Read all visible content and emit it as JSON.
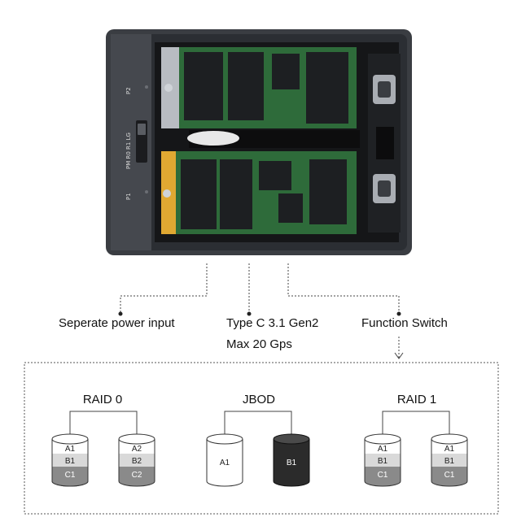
{
  "enclosure": {
    "side_labels": {
      "p1": "P1",
      "modes": "PM R0 R1 LG",
      "p2": "P2"
    }
  },
  "callouts": {
    "power": "Seperate power input",
    "typec_line1": "Type C 3.1 Gen2",
    "typec_line2": "Max 20 Gps",
    "switch": "Function Switch"
  },
  "modes": {
    "raid0": {
      "title": "RAID 0",
      "disk_a": [
        "A1",
        "B1",
        "C1"
      ],
      "disk_b": [
        "A2",
        "B2",
        "C2"
      ]
    },
    "jbod": {
      "title": "JBOD",
      "disk_a": [
        "A1"
      ],
      "disk_b": [
        "B1"
      ]
    },
    "raid1": {
      "title": "RAID 1",
      "disk_a": [
        "A1",
        "B1",
        "C1"
      ],
      "disk_b": [
        "A1",
        "B1",
        "C1"
      ]
    }
  },
  "colors": {
    "enclosure": "#3a3d42",
    "pcb": "#2e6b3a",
    "chip": "#1d1f22",
    "disk_light": "#ffffff",
    "disk_mid": "#d9d9d9",
    "disk_dark": "#8a8a8a",
    "jbod_dark": "#2b2b2b"
  }
}
